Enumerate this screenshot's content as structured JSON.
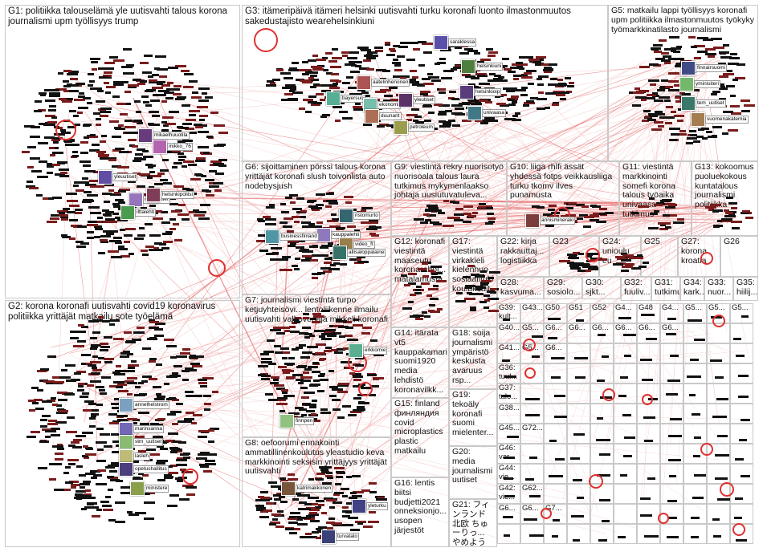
{
  "groups": [
    {
      "id": "G1",
      "label": "G1: politiikka talouselämä yle uutisvahti talous korona journalismi upm työllisyys trump",
      "size": "big"
    },
    {
      "id": "G2",
      "label": "G2: korona koronafi uutisvahti covid19 koronavirus politiikka yrittäjät matkailu sote työelämä",
      "size": "big"
    },
    {
      "id": "G3",
      "label": "G3: itämeripäivä itämeri helsinki uutisvahti turku koronafi luonto ilmastonmuutos sakedustajisto wearehelsinkiuni",
      "size": "big"
    },
    {
      "id": "G5",
      "label": "G5: matkailu lappi työllisyys koronafi upm politiikka ilmastonmuutos työkyky työmarkkinatilasto journalismi",
      "size": "med"
    },
    {
      "id": "G6",
      "label": "G6: sijoittaminen pörssi talous korona yrittäjät koronafi slush toivonlista auto nodebysjush",
      "size": "med"
    },
    {
      "id": "G7",
      "label": "G7: journalismi viestintä turpo ketjuyhteisövi... lentoliikenne ilmailu uutisvahti valkovenäjä mikkeli koronafi",
      "size": "med"
    },
    {
      "id": "G8",
      "label": "G8: oefoorumi ennakointi ammatillinenkoulutus yleastudio keva markkinointi seksisin yrittäjyys yrittäjät uutisvahti",
      "size": "med"
    },
    {
      "id": "G9",
      "label": "G9: viestintä rekry nuorisotyö nuorisoala talous laura tutkimus mykymenlaakso johtaja uusiutuvatuleva...",
      "size": "med"
    },
    {
      "id": "G10",
      "label": "G10: liiga rhlfi ässät yhdessä fotps veikkausliiga turku tkomv ilves punamusta",
      "size": "med"
    },
    {
      "id": "G11",
      "label": "G11: viestintä markkinointi somefi korona talous työaika univaasa tutkimus",
      "size": "med"
    },
    {
      "id": "G13",
      "label": "G13: kokoomus puoluekokous kuntatalous journalismi politiikka",
      "size": "med"
    },
    {
      "id": "G12",
      "label": "G12: koronafi viestintä maaseutu koronarahoi... matalamusta",
      "size": "med"
    },
    {
      "id": "G17",
      "label": "G17: viestintä virkakieli kielenhuo... sosiaalituki koulukodit",
      "size": "med"
    },
    {
      "id": "G22",
      "label": "G22: kirja rakkauttaj... logistiikka",
      "size": "med"
    },
    {
      "id": "G23",
      "label": "G23",
      "size": "med"
    },
    {
      "id": "G24",
      "label": "G24: unioulu eu",
      "size": "med"
    },
    {
      "id": "G25",
      "label": "G25",
      "size": "med"
    },
    {
      "id": "G27",
      "label": "G27: korona kroatia",
      "size": "med"
    },
    {
      "id": "G26",
      "label": "G26",
      "size": "med"
    },
    {
      "id": "G28",
      "label": "G28: kasvuma...",
      "size": "med"
    },
    {
      "id": "G29",
      "label": "G29: sosiolo...",
      "size": "med"
    },
    {
      "id": "G30",
      "label": "G30: sjkt...",
      "size": "med"
    },
    {
      "id": "G32",
      "label": "G32: fuuliv...",
      "size": "med"
    },
    {
      "id": "G31",
      "label": "G31: tutkimu...",
      "size": "med"
    },
    {
      "id": "G34",
      "label": "G34: kark...",
      "size": "med"
    },
    {
      "id": "G33",
      "label": "G33: nuor...",
      "size": "med"
    },
    {
      "id": "G35",
      "label": "G35: hiilij...",
      "size": "med"
    },
    {
      "id": "G14",
      "label": "G14: itärata vt5 kauppakamari suomi1920 media lehdistö koronavilkk...",
      "size": "med"
    },
    {
      "id": "G18",
      "label": "G18: soija journalismi ympäristö keskusta avaruus rsp...",
      "size": "med"
    },
    {
      "id": "G15",
      "label": "G15: finland финляндия covid microplastics plastic matkailu",
      "size": "med"
    },
    {
      "id": "G19",
      "label": "G19: tekoäly koronafi suomi mielenter...",
      "size": "med"
    },
    {
      "id": "G20",
      "label": "G20: media journalismi uutiset",
      "size": "med"
    },
    {
      "id": "G16",
      "label": "G16: lentis biitsi budjetti2021 onneksionjo... usopen järjestöt",
      "size": "med"
    },
    {
      "id": "G21",
      "label": "G21: フィンランド 北欧 ちゅーりっ... やめよう",
      "size": "med"
    }
  ],
  "small_group_labels": [
    "G39: kult...",
    "G43...",
    "G50",
    "G51",
    "G52",
    "G4...",
    "G48",
    "G4...",
    "G5...",
    "G5...",
    "G5...",
    "G40...",
    "G5...",
    "G6...",
    "G6...",
    "G6...",
    "G6...",
    "G6...",
    "G6...",
    "G41...",
    "G5...",
    "G6...",
    "G36: tuul...",
    "G37: talo...",
    "G38...",
    "G45...",
    "G72...",
    "G46: var...",
    "G44: vie...",
    "G42: vie...",
    "G62...",
    "G6...",
    "G6...",
    "G7..."
  ],
  "user_tags": [
    "mikaelhuuotila",
    "mikko_76",
    "yleuutiset",
    "mtvuutiset",
    "helsinkipoliisi",
    "ilttalehti",
    "saraklessa",
    "aatelinhenonen",
    "bayersuo",
    "ekonomi",
    "yleutiset",
    "helsinkiuni",
    "helsinkioip",
    "duunarit",
    "petroleum",
    "univaasa",
    "finnairsuomi",
    "yminisiteri",
    "tem_uutiset",
    "suomenakatemia",
    "kauppalehti",
    "businessfinland",
    "ristomurto",
    "video_ft",
    "allisaloppalaine",
    "erkkomie",
    "finnpen",
    "annelhelstrom",
    "marinsanna",
    "stm_uutiset",
    "lasleh",
    "opetushallitus",
    "ministere",
    "katrimakkonen",
    "yleturku",
    "turvatalo",
    "annismineraki"
  ],
  "colors": {
    "edge": "#e04a4a",
    "edge_light": "#f2b5b5",
    "node": "#111111",
    "ring": "#e03030",
    "box_border": "#c9c9c9",
    "background": "#ffffff"
  }
}
